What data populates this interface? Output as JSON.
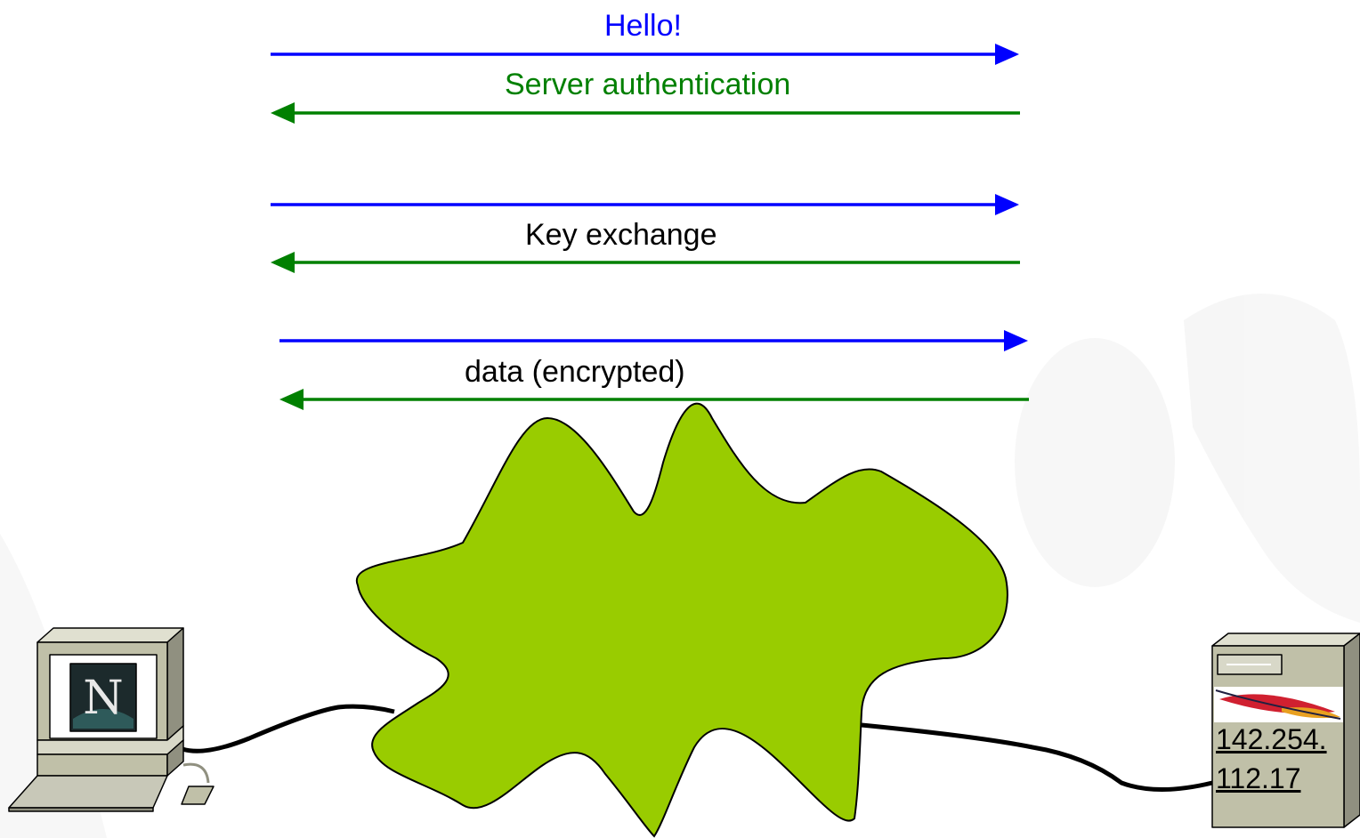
{
  "messages": {
    "hello": "Hello!",
    "server_auth": "Server authentication",
    "key_exchange": "Key exchange",
    "data": "data (encrypted)"
  },
  "server": {
    "ip_line1": "142.254.",
    "ip_line2": "112.17"
  },
  "client": {
    "browser_logo_letter": "N"
  },
  "colors": {
    "to_server_arrow": "#0000ff",
    "to_client_arrow": "#008000",
    "cloud_fill": "#99cc00",
    "device_body": "#c0c0a8",
    "cable": "#000000"
  }
}
